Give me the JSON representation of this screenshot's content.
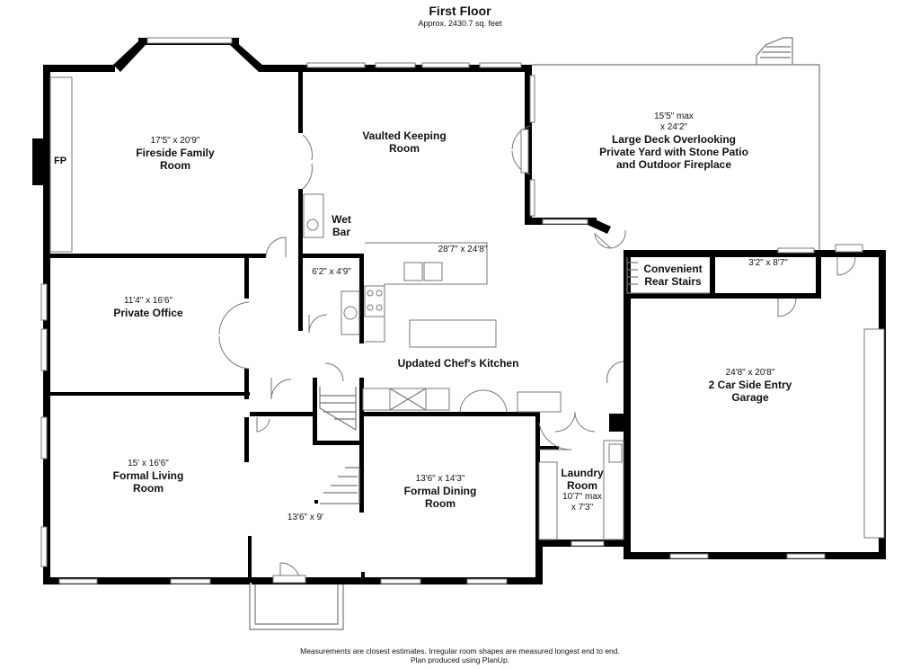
{
  "header": {
    "title": "First Floor",
    "area": "Approx. 2430.7 sq. feet"
  },
  "rooms": {
    "family": {
      "dim": "17'5\" x 20'9\"",
      "name": "Fireside Family\nRoom"
    },
    "fireplace": {
      "name": "FP"
    },
    "keeping": {
      "name": "Vaulted Keeping\nRoom"
    },
    "deck": {
      "dim": "15'5\" max\nx 24'2\"",
      "name": "Large Deck Overlooking\nPrivate Yard with Stone Patio\nand Outdoor Fireplace"
    },
    "wetbar": {
      "name": "Wet\nBar"
    },
    "kitchen": {
      "dim": "28'7\" x 24'8\"",
      "name": "Updated Chef's Kitchen"
    },
    "pantry": {
      "dim": "6'2\" x 4'9\""
    },
    "office": {
      "dim": "11'4\" x 16'6\"",
      "name": "Private Office"
    },
    "stairs": {
      "name": "Convenient\nRear Stairs"
    },
    "storage": {
      "dim": "3'2\" x 8'7\""
    },
    "garage": {
      "dim": "24'8\" x 20'8\"",
      "name": "2 Car Side Entry\nGarage"
    },
    "living": {
      "dim": "15' x 16'6\"",
      "name": "Formal Living\nRoom"
    },
    "foyer": {
      "dim": "13'6\" x 9'"
    },
    "dining": {
      "dim": "13'6\" x 14'3\"",
      "name": "Formal Dining\nRoom"
    },
    "laundry": {
      "name": "Laundry\nRoom",
      "dim": "10'7\" max\nx 7'3\""
    }
  },
  "footer": {
    "line1": "Measurements are closest estimates. Irregular room shapes are measured longest end to end.",
    "line2": "Plan produced using PlanUp."
  }
}
